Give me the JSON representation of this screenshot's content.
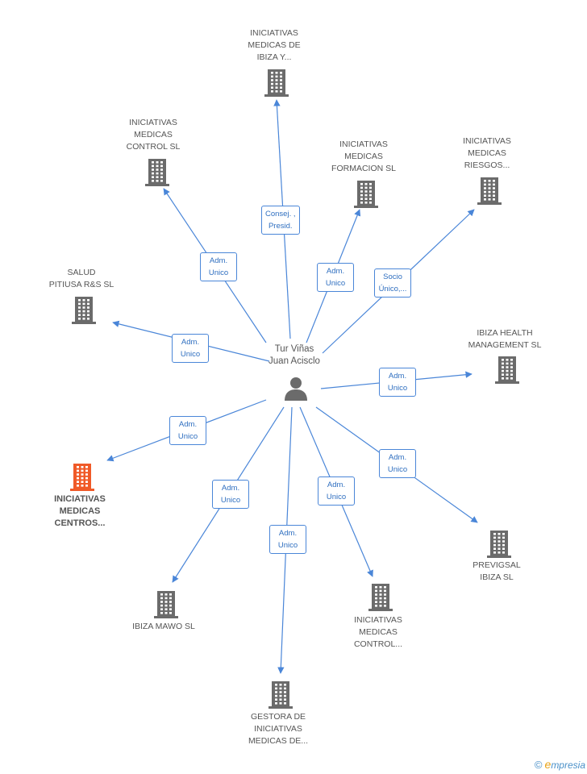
{
  "person": {
    "name": "Tur Viñas\nJuan Acisclo",
    "icon": "person-icon"
  },
  "colors": {
    "edge": "#4a86d8",
    "node": "#6b6b6b",
    "highlight": "#f05a28"
  },
  "companies": [
    {
      "id": "ibiza-y",
      "label": "INICIATIVAS\nMEDICAS DE\nIBIZA Y...",
      "icon": "building-icon"
    },
    {
      "id": "control-sl",
      "label": "INICIATIVAS\nMEDICAS\nCONTROL SL",
      "icon": "building-icon"
    },
    {
      "id": "formacion",
      "label": "INICIATIVAS\nMEDICAS\nFORMACION SL",
      "icon": "building-icon"
    },
    {
      "id": "riesgos",
      "label": "INICIATIVAS\nMEDICAS\nRIESGOS...",
      "icon": "building-icon"
    },
    {
      "id": "salud",
      "label": "SALUD\nPITIUSA R&S SL",
      "icon": "building-icon"
    },
    {
      "id": "ibiza-health",
      "label": "IBIZA HEALTH\nMANAGEMENT SL",
      "icon": "building-icon"
    },
    {
      "id": "centros",
      "label": "INICIATIVAS\nMEDICAS\nCENTROS...",
      "icon": "building-icon",
      "highlight": true
    },
    {
      "id": "previgsal",
      "label": "PREVIGSAL\nIBIZA SL",
      "icon": "building-icon"
    },
    {
      "id": "mawo",
      "label": "IBIZA MAWO SL",
      "icon": "building-icon"
    },
    {
      "id": "control-dots",
      "label": "INICIATIVAS\nMEDICAS\nCONTROL...",
      "icon": "building-icon"
    },
    {
      "id": "gestora",
      "label": "GESTORA DE\nINICIATIVAS\nMEDICAS DE...",
      "icon": "building-icon"
    }
  ],
  "relations": [
    {
      "to": "ibiza-y",
      "label": "Consej. ,\nPresid."
    },
    {
      "to": "control-sl",
      "label": "Adm.\nUnico"
    },
    {
      "to": "formacion",
      "label": "Adm.\nUnico"
    },
    {
      "to": "riesgos",
      "label": "Socio\nÚnico,..."
    },
    {
      "to": "salud",
      "label": "Adm.\nUnico"
    },
    {
      "to": "ibiza-health",
      "label": "Adm.\nUnico"
    },
    {
      "to": "centros",
      "label": "Adm.\nUnico"
    },
    {
      "to": "previgsal",
      "label": "Adm.\nUnico"
    },
    {
      "to": "mawo",
      "label": "Adm.\nUnico"
    },
    {
      "to": "control-dots",
      "label": "Adm.\nUnico"
    },
    {
      "to": "gestora",
      "label": "Adm.\nUnico"
    }
  ],
  "brand": {
    "copyright": "©",
    "initial": "e",
    "rest": "mpresia"
  }
}
